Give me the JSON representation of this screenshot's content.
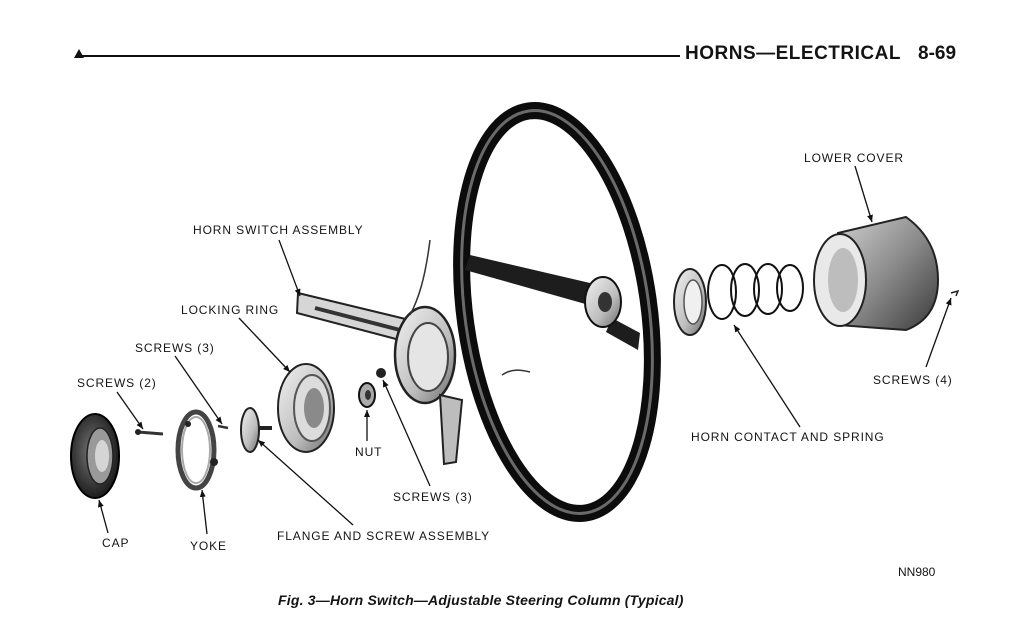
{
  "header": {
    "title": "HORNS—ELECTRICAL",
    "page_number": "8-69"
  },
  "labels": {
    "lower_cover": "LOWER COVER",
    "horn_switch_assembly": "HORN SWITCH ASSEMBLY",
    "locking_ring": "LOCKING RING",
    "screws_3_top": "SCREWS (3)",
    "screws_2": "SCREWS (2)",
    "screws_4": "SCREWS (4)",
    "horn_contact_and_spring": "HORN CONTACT AND SPRING",
    "nut": "NUT",
    "screws_3_bottom": "SCREWS (3)",
    "cap": "CAP",
    "yoke": "YOKE",
    "flange_and_screw_assembly": "FLANGE AND SCREW ASSEMBLY"
  },
  "figure_code": "NN980",
  "caption": "Fig. 3—Horn Switch—Adjustable Steering Column (Typical)"
}
